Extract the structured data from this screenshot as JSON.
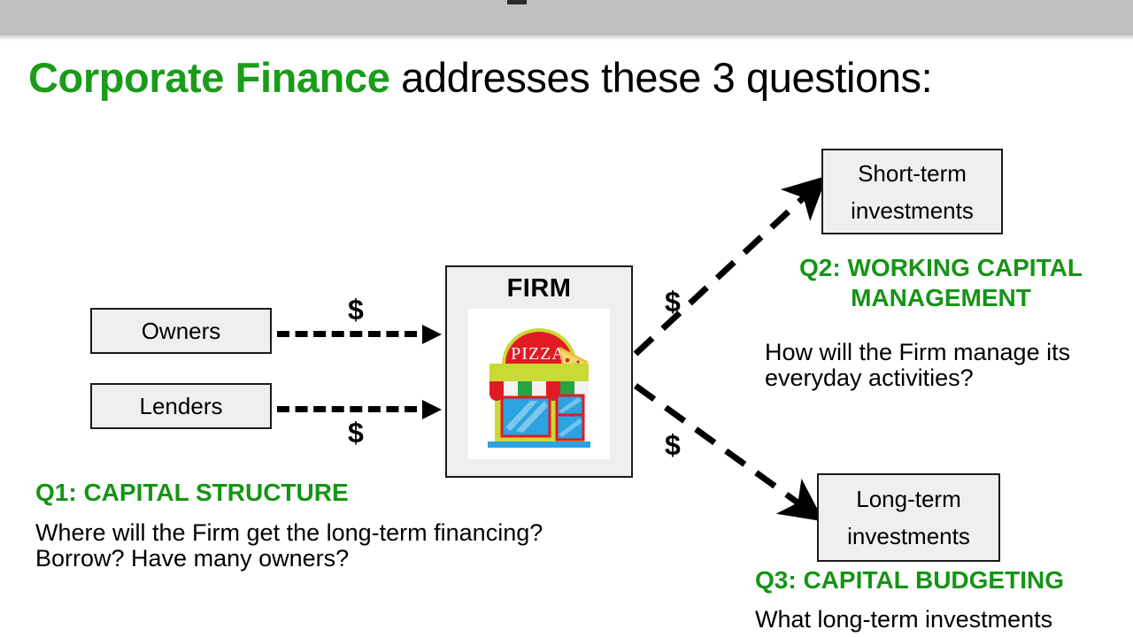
{
  "slide": {
    "title_accent": "Corporate Finance",
    "title_rest": " addresses these 3 questions:",
    "accent_color": "#159415",
    "header_bar_color": "#bfbfbf",
    "box_fill_color": "#efefef",
    "box_border_color": "#1a1a1a"
  },
  "nodes": {
    "owners": "Owners",
    "lenders": "Lenders",
    "firm_label": "FIRM",
    "firm_sign_text": "PIZZA",
    "short_term_line1": "Short-term",
    "short_term_line2": "investments",
    "long_term_line1": "Long-term",
    "long_term_line2": "investments"
  },
  "flow_labels": {
    "owners_to_firm": "$",
    "lenders_to_firm": "$",
    "firm_to_short_term": "$",
    "firm_to_long_term": "$"
  },
  "questions": [
    {
      "id": "q1",
      "heading": "Q1: CAPITAL STRUCTURE",
      "body": "Where will the Firm get the long-term financing? Borrow? Have many owners?"
    },
    {
      "id": "q2",
      "heading": "Q2: WORKING CAPITAL MANAGEMENT",
      "body": "How will the Firm manage its everyday activities?"
    },
    {
      "id": "q3",
      "heading": "Q3: CAPITAL BUDGETING",
      "body": "What long-term investments"
    }
  ]
}
